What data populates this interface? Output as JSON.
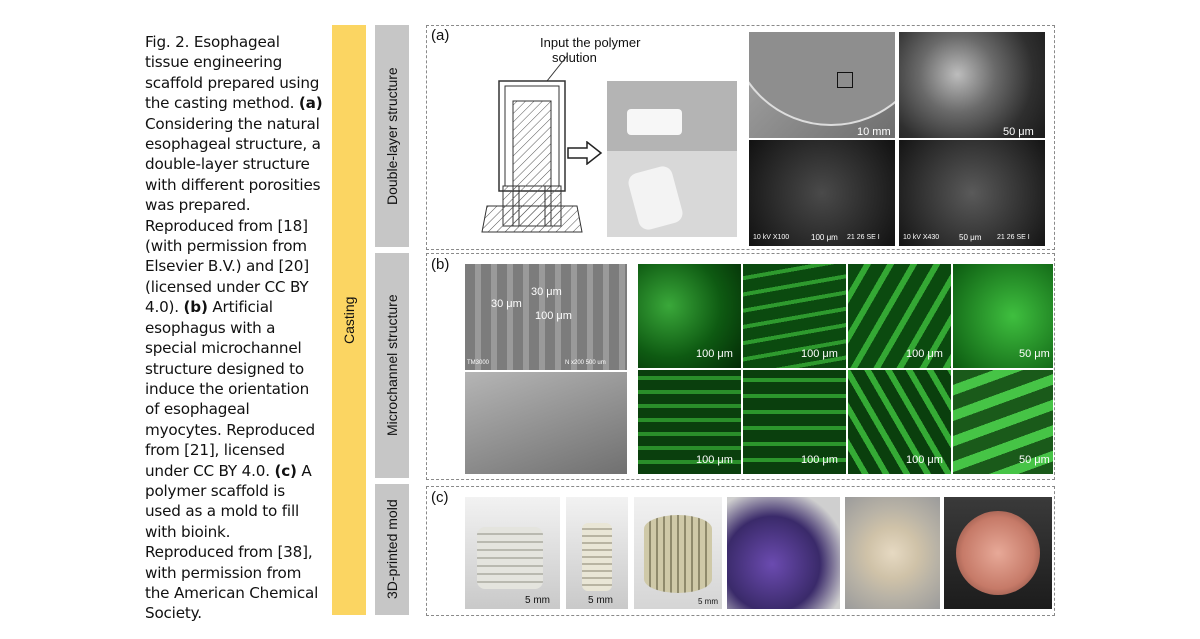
{
  "caption": {
    "fig": "Fig. 2. Esophageal tissue engineering scaffold prepared using the casting method.",
    "a_label": "(a)",
    "a_text": "Considering the natural esophageal structure, a double-layer structure with different porosities was prepared. Reproduced from [18] (with permission from Elsevier B.V.) and [20] (licensed under CC BY 4.0).",
    "b_label": "(b)",
    "b_text": "Artificial esophagus with a special microchannel structure designed to induce the orientation of esophageal myocytes. Reproduced from [21], licensed under CC BY 4.0.",
    "c_label": "(c)",
    "c_text": "A polymer scaffold is used as a mold to fill with bioink. Reproduced from [38], with permission from the American Chemical Society."
  },
  "sidebar": {
    "casting": "Casting",
    "rows": [
      "Double-layer structure",
      "Microchannel structure",
      "3D-printed mold"
    ]
  },
  "panel_a": {
    "label": "(a)",
    "annotation_line1": "Input the polymer",
    "annotation_line2": "solution",
    "sem_scales": [
      "10 mm",
      "50 μm",
      "100 μm",
      "50 μm"
    ],
    "sem_footer_1": "10 kV     X100",
    "sem_footer_1b": "21   26 SE I",
    "sem_footer_2": "10 kV     X430",
    "sem_footer_2b": "21   26 SE I"
  },
  "panel_b": {
    "label": "(b)",
    "sem_labels": [
      "30 μm",
      "30 μm",
      "100 μm"
    ],
    "sem_footer": "TM3000",
    "sem_footer_right": "N     x200    500 um",
    "fluor_scales": [
      "100 μm",
      "100 μm",
      "100 μm",
      "50 μm",
      "100 μm",
      "100 μm",
      "100 μm",
      "50 μm"
    ]
  },
  "panel_c": {
    "label": "(c)",
    "scales": [
      "5 mm",
      "5 mm",
      "5 mm"
    ]
  },
  "colors": {
    "casting_bar": "#fbd562",
    "row_bar": "#c6c6c6"
  }
}
